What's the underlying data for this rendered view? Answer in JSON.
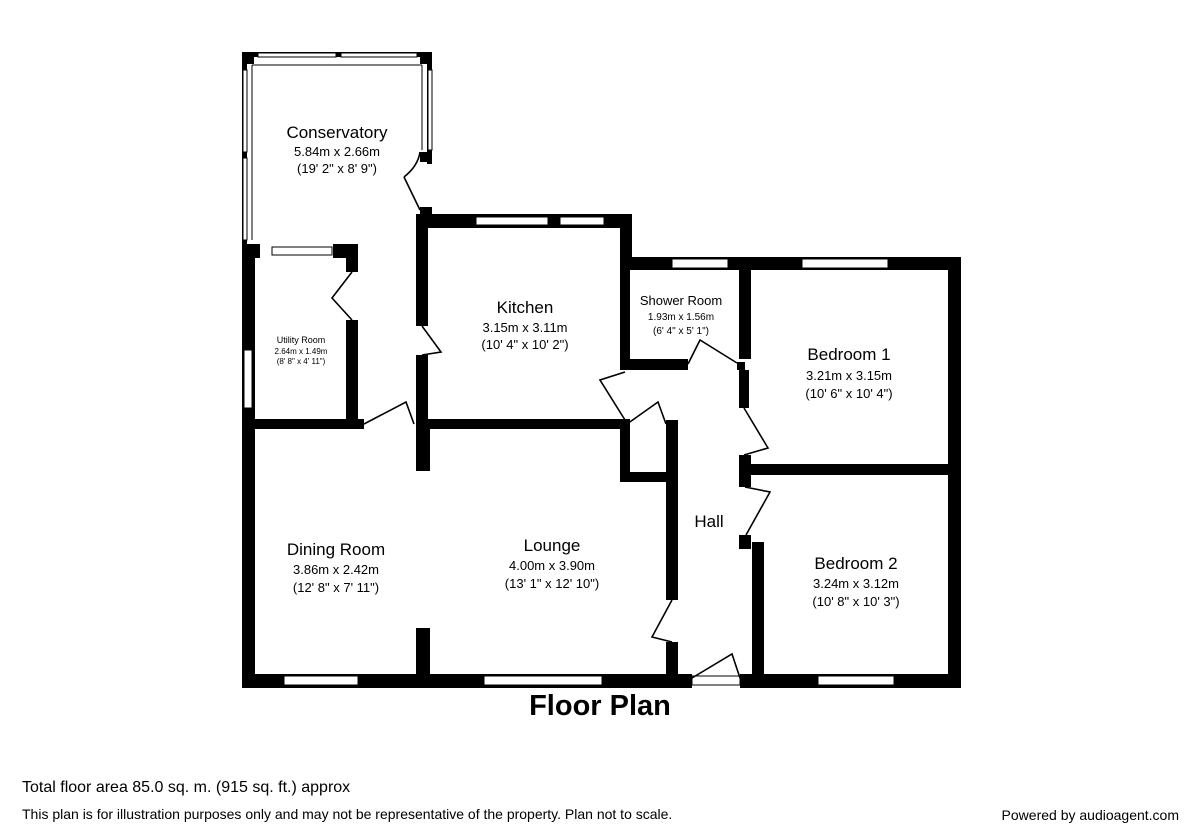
{
  "rooms": {
    "conservatory": {
      "name": "Conservatory",
      "size": "5.84m x 2.66m",
      "imperial": "(19' 2\" x 8' 9\")"
    },
    "utility": {
      "name": "Utility Room",
      "size": "2.64m x 1.49m",
      "imperial": "(8' 8\" x 4' 11\")"
    },
    "kitchen": {
      "name": "Kitchen",
      "size": "3.15m x 3.11m",
      "imperial": "(10' 4\" x 10' 2\")"
    },
    "shower": {
      "name": "Shower Room",
      "size": "1.93m x 1.56m",
      "imperial": "(6' 4\" x 5' 1\")"
    },
    "bedroom1": {
      "name": "Bedroom 1",
      "size": "3.21m x 3.15m",
      "imperial": "(10' 6\" x 10' 4\")"
    },
    "dining": {
      "name": "Dining Room",
      "size": "3.86m x 2.42m",
      "imperial": "(12' 8\" x 7' 11\")"
    },
    "lounge": {
      "name": "Lounge",
      "size": "4.00m x 3.90m",
      "imperial": "(13' 1\" x 12' 10\")"
    },
    "hall": {
      "name": "Hall"
    },
    "bedroom2": {
      "name": "Bedroom 2",
      "size": "3.24m x 3.12m",
      "imperial": "(10' 8\" x 10' 3\")"
    }
  },
  "title": "Floor Plan",
  "footer": {
    "total_area": "Total floor area 85.0 sq. m. (915 sq. ft.) approx",
    "disclaimer": "This plan is for illustration purposes only and may not be representative of the property. Plan not to scale.",
    "powered_by": "Powered by audioagent.com"
  },
  "colors": {
    "wall": "#000000",
    "background": "#ffffff",
    "window": "#ffffff"
  }
}
